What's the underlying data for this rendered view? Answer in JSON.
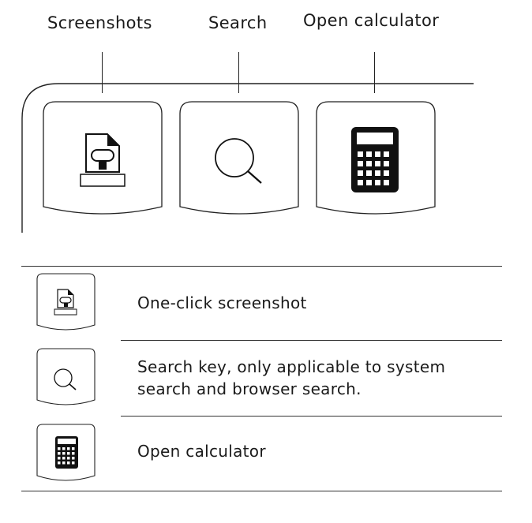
{
  "callouts": {
    "screenshots": "Screenshots",
    "search": "Search",
    "calculator": "Open calculator"
  },
  "legend": {
    "rows": [
      {
        "icon": "screenshot-icon",
        "text": "One-click screenshot"
      },
      {
        "icon": "search-icon",
        "text_line1": "Search key, only applicable to system",
        "text_line2": "search and browser search."
      },
      {
        "icon": "calculator-icon",
        "text": "Open calculator"
      }
    ]
  }
}
